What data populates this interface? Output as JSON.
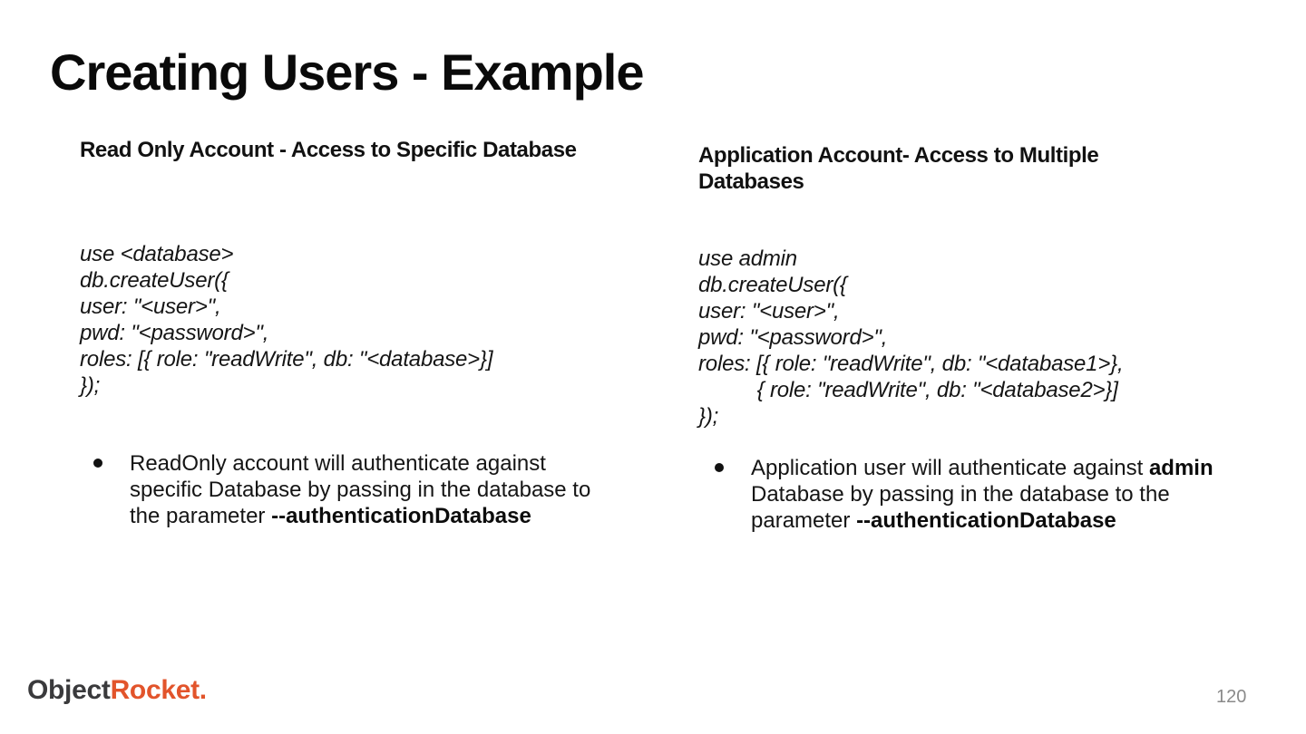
{
  "slide": {
    "title": "Creating Users - Example",
    "page_number": "120",
    "background_color": "#ffffff"
  },
  "logo": {
    "text_dark": "Object",
    "text_orange": "Rocket.",
    "color_dark": "#3A3A3C",
    "color_orange": "#E2542B"
  },
  "columns": {
    "left": {
      "heading": "Read Only Account - Access to Specific Database",
      "code_lines": [
        "use <database>",
        "db.createUser({",
        "user: \"<user>\",",
        "pwd: \"<password>\",",
        "roles: [{ role: \"readWrite\", db: \"<database>}]",
        "});"
      ],
      "bullet": {
        "pre": "ReadOnly account will authenticate against specific  Database by passing in the database to the parameter ",
        "bold": "--authenticationDatabase"
      }
    },
    "right": {
      "heading": "Application Account- Access to Multiple Databases",
      "code_lines": [
        "use admin",
        "db.createUser({",
        "user: \"<user>\",",
        "pwd: \"<password>\",",
        "roles: [{ role: \"readWrite\", db: \"<database1>},",
        "          { role: \"readWrite\", db: \"<database2>}]",
        "});"
      ],
      "bullet": {
        "pre": "Application user will authenticate against ",
        "bold1": "admin",
        "mid": " Database by passing in the database to the parameter ",
        "bold2": "--authenticationDatabase"
      }
    }
  }
}
